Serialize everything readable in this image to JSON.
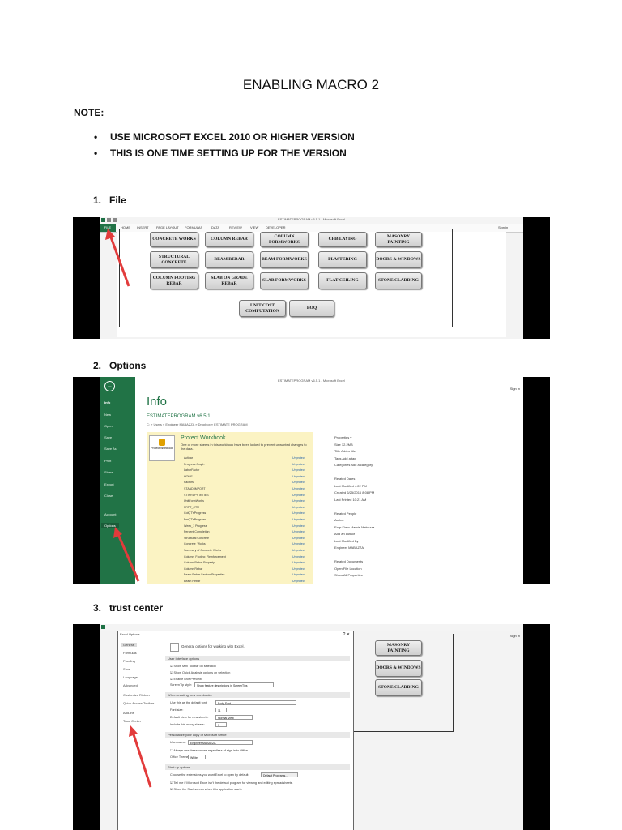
{
  "title": "ENABLING MACRO 2",
  "note_label": "NOTE:",
  "notes": [
    "USE MICROSOFT EXCEL 2010 OR HIGHER VERSION",
    "THIS IS ONE TIME SETTING UP FOR THE VERSION"
  ],
  "steps": [
    {
      "number": "1.",
      "label": "File"
    },
    {
      "number": "2.",
      "label": "Options"
    },
    {
      "number": "3.",
      "label": "trust center"
    }
  ],
  "shot1": {
    "window_title": "ESTIMATEPROGRAM v6.5.1 - Microsoft Excel",
    "file_tab": "FILE",
    "ribbon_tabs": [
      "HOME",
      "INSERT",
      "PAGE LAYOUT",
      "FORMULAS",
      "DATA",
      "REVIEW",
      "VIEW",
      "DEVELOPER"
    ],
    "sign_in": "Sign in",
    "buttons": [
      [
        "CONCRETE WORKS",
        "COLUMN REBAR",
        "COLUMN FORMWORKS",
        "CHB LAYING",
        "MASONRY PAINTING"
      ],
      [
        "STRUCTURAL CONCRETE",
        "BEAM REBAR",
        "BEAM FORMWORKS",
        "PLASTERING",
        "DOORS & WINDOWS"
      ],
      [
        "COLUMN FOOTING REBAR",
        "SLAB ON GRADE REBAR",
        "SLAB FORMWORKS",
        "FLAT CEILING",
        "STONE CLADDING"
      ]
    ],
    "bottom_buttons": [
      "UNIT COST COMPUTATION",
      "BOQ"
    ]
  },
  "shot2": {
    "window_title": "ESTIMATEPROGRAM v6.5.1 - Microsoft Excel",
    "sign_in": "Sign in",
    "backstage_items": [
      "Info",
      "New",
      "Open",
      "Save",
      "Save As",
      "Print",
      "Share",
      "Export",
      "Close",
      "Account",
      "Options"
    ],
    "info_title": "Info",
    "file_name": "ESTIMATEPROGRAM v6.5.1",
    "file_path": "C: » Users » Engineer MABAZZA » Dropbox » ESTIMATE PROGRAM",
    "protect_button": "Protect Workbook",
    "protect_title": "Protect Workbook",
    "protect_desc": "One or more sheets in this workbook have been locked to prevent unwanted changes to the data.",
    "sheets": [
      "Activar",
      "Progress Graph",
      "LaborFactor",
      "HOME",
      "Factors",
      "STAAD IMPORT",
      "STIRRUPS w TIES",
      "UnitFormWorks",
      "FRPT_CTM",
      "ColQTYProgress",
      "BmQTYProgress",
      "Week_1 Progress",
      "Percent Completion",
      "Structural Concrete",
      "Concrete_Works",
      "Summary of Concrete Works",
      "Column_Footing_Reinforcement",
      "Column Rebar Property",
      "Column Rebar",
      "Beam Rebar Section Properties",
      "Beam Rebar"
    ],
    "dependent_label": "Unprotect",
    "properties": [
      "Properties ▾",
      "Size 12.2MB",
      "Title Add a title",
      "Tags Add a tag",
      "Categories Add a category",
      "",
      "Related Dates",
      "Last Modified 4:22 PM",
      "Created 6/25/2016 8:08 PM",
      "Last Printed 10:21 AM",
      "",
      "Related People",
      "Author",
      "Engr Kiem Marnie Mabazza",
      "Add an author",
      "Last Modified By",
      "Engineer MABAZZA",
      "",
      "Related Documents",
      "Open File Location",
      "Show All Properties"
    ]
  },
  "shot3": {
    "dialog_title": "Excel Options",
    "dialog_close": "?   ✕",
    "nav_items": [
      "General",
      "Formulas",
      "Proofing",
      "Save",
      "Language",
      "Advanced",
      "Customize Ribbon",
      "Quick Access Toolbar",
      "Add-Ins",
      "Trust Center"
    ],
    "header_text": "General options for working with Excel.",
    "sections": [
      "User Interface options",
      "When creating new workbooks",
      "Personalize your copy of Microsoft Office",
      "Start up options"
    ],
    "ui_options": [
      "Show Mini Toolbar on selection",
      "Show Quick Analysis options on selection",
      "Enable Live Preview",
      "ScreenTip style:"
    ],
    "screentip_value": "Show feature descriptions in ScreenTips",
    "new_wb_options": [
      "Use this as the default font:",
      "Font size:",
      "Default view for new sheets:",
      "Include this many sheets:"
    ],
    "new_wb_values": [
      "Body Font",
      "11",
      "Normal View",
      "1"
    ],
    "personalize_options": [
      "User name:",
      "Always use these values regardless of sign in to Office.",
      "Office Theme:"
    ],
    "user_name": "Engineer MABAZZA",
    "office_theme": "White",
    "startup_text": "Choose the extensions you want Excel to open by default:",
    "default_programs": "Default Programs...",
    "startup_options": [
      "Tell me if Microsoft Excel isn't the default program for viewing and editing spreadsheets.",
      "Show the Start screen when this application starts"
    ],
    "bg_buttons": [
      "MASONRY PAINTING",
      "DOORS & WINDOWS",
      "STONE CLADDING"
    ],
    "sign_in": "Sign in"
  }
}
